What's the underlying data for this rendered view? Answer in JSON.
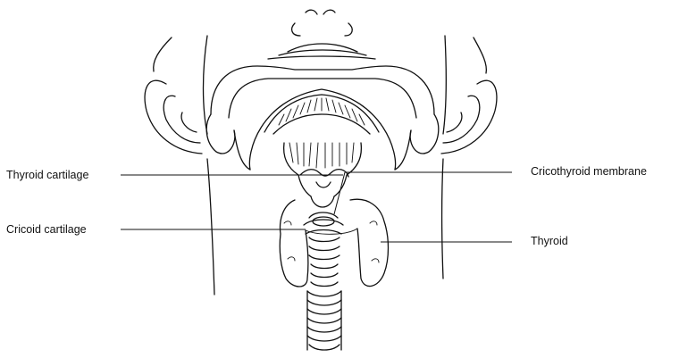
{
  "labels": {
    "thyroid_cartilage": "Thyroid cartilage",
    "cricoid_cartilage": "Cricoid cartilage",
    "cricothyroid_membrane": "Cricothyroid membrane",
    "thyroid": "Thyroid"
  },
  "colors": {
    "ink": "#111111",
    "background": "#ffffff"
  }
}
